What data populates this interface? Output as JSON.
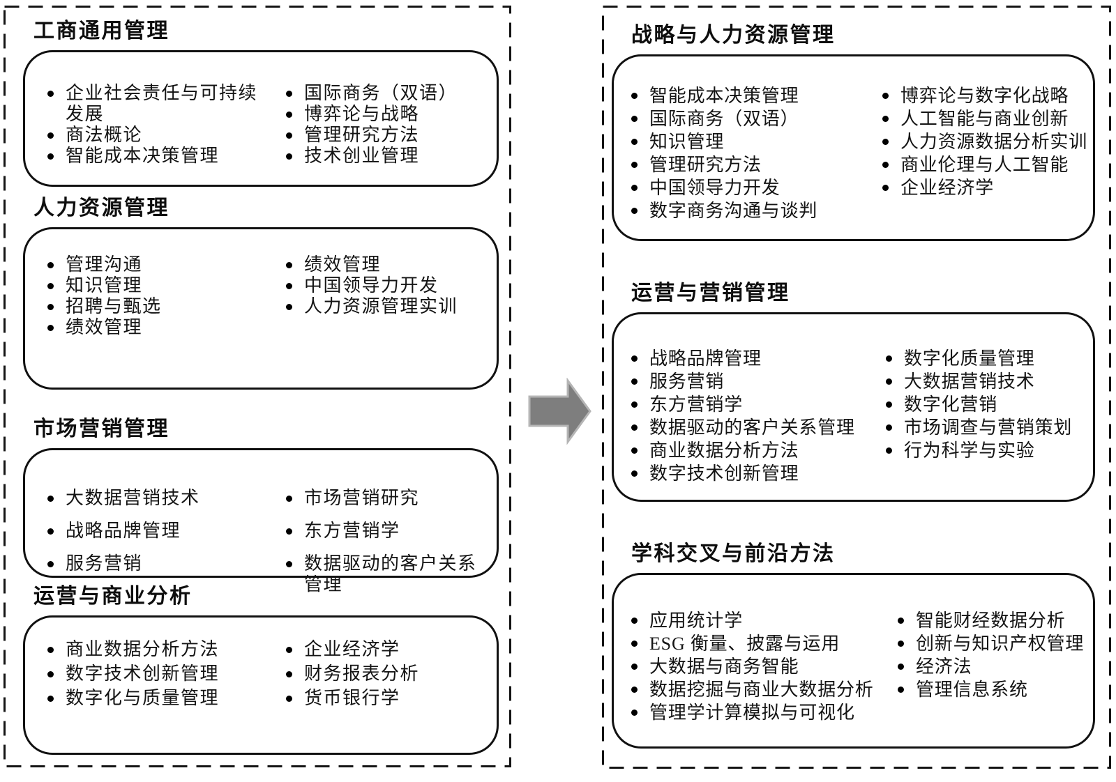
{
  "left_panel": {
    "sections": [
      {
        "title": "工商通用管理",
        "col1": [
          "企业社会责任与可持续发展",
          "商法概论",
          "智能成本决策管理"
        ],
        "col2": [
          "国际商务（双语）",
          "博弈论与战略",
          "管理研究方法",
          "技术创业管理"
        ]
      },
      {
        "title": "人力资源管理",
        "col1": [
          "管理沟通",
          "知识管理",
          "招聘与甄选",
          "绩效管理"
        ],
        "col2": [
          "绩效管理",
          "中国领导力开发",
          "人力资源管理实训"
        ]
      },
      {
        "title": "市场营销管理",
        "col1": [
          "大数据营销技术",
          "战略品牌管理",
          "服务营销"
        ],
        "col2": [
          "市场营销研究",
          "东方营销学",
          "数据驱动的客户关系管理"
        ]
      },
      {
        "title": "运营与商业分析",
        "col1": [
          "商业数据分析方法",
          "数字技术创新管理",
          "数字化与质量管理"
        ],
        "col2": [
          "企业经济学",
          "财务报表分析",
          "货币银行学"
        ]
      }
    ]
  },
  "right_panel": {
    "sections": [
      {
        "title": "战略与人力资源管理",
        "col1": [
          "智能成本决策管理",
          "国际商务（双语）",
          "知识管理",
          "管理研究方法",
          "中国领导力开发",
          "数字商务沟通与谈判"
        ],
        "col2": [
          "博弈论与数字化战略",
          "人工智能与商业创新",
          "人力资源数据分析实训",
          "商业伦理与人工智能",
          "企业经济学"
        ]
      },
      {
        "title": "运营与营销管理",
        "col1": [
          "战略品牌管理",
          "服务营销",
          "东方营销学",
          "数据驱动的客户关系管理",
          "商业数据分析方法",
          "数字技术创新管理"
        ],
        "col2": [
          "数字化质量管理",
          "大数据营销技术",
          "数字化营销",
          "市场调查与营销策划",
          "行为科学与实验"
        ]
      },
      {
        "title": "学科交叉与前沿方法",
        "col1": [
          "应用统计学",
          "ESG 衡量、披露与运用",
          "大数据与商务智能",
          "数据挖掘与商业大数据分析",
          "管理学计算模拟与可视化"
        ],
        "col2": [
          "智能财经数据分析",
          "创新与知识产权管理",
          "经济法",
          "管理信息系统"
        ]
      }
    ]
  },
  "arrow": {
    "direction": "right",
    "fill": "#7e7e7e",
    "outline": "#b5b5b5"
  },
  "border_color": "#141414"
}
